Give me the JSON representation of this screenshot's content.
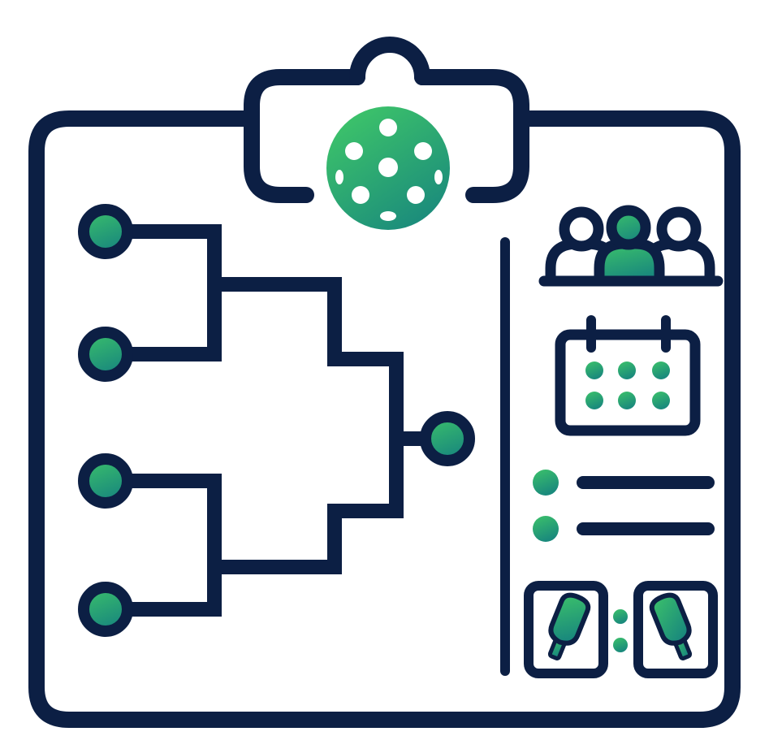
{
  "colors": {
    "navy": "#0c1f44",
    "green_light": "#3cc26a",
    "green_dark": "#1e8c7a",
    "background": "#ffffff"
  },
  "icons": {
    "main": "clipboard-icon",
    "ball": "pickleball-icon",
    "bracket": "tournament-bracket-icon",
    "team": "team-group-icon",
    "calendar": "calendar-icon",
    "list": "list-icon",
    "paddle": "paddle-icon"
  },
  "bracket": {
    "rounds": 3,
    "entrants": 4,
    "winners": 1
  },
  "sidebar": {
    "team_members": 3,
    "calendar_dots": 6,
    "list_items": 2,
    "paddles": 2
  }
}
